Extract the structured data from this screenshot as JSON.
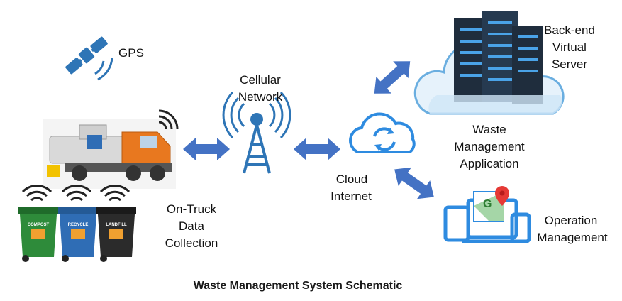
{
  "colors": {
    "arrow_blue": "#4472c4",
    "tower_blue": "#2e75b6",
    "device_blue": "#2e8be0",
    "server_dark": "#1f2d3d",
    "truck_orange": "#e8781f",
    "bin_green": "#2e8b3a",
    "bin_blue": "#2f6db5",
    "bin_black": "#2b2b2b"
  },
  "labels": {
    "gps": "GPS",
    "cellular_line1": "Cellular",
    "cellular_line2": "Network",
    "cloud_line1": "Cloud",
    "cloud_line2": "Internet",
    "backend_line1": "Back-end",
    "backend_line2": "Virtual",
    "backend_line3": "Server",
    "app_line1": "Waste",
    "app_line2": "Management",
    "app_line3": "Application",
    "ontruck_line1": "On-Truck",
    "ontruck_line2": "Data",
    "ontruck_line3": "Collection",
    "ops_line1": "Operation",
    "ops_line2": "Management",
    "title": "Waste Management System Schematic"
  },
  "bins": {
    "compost": "COMPOST",
    "recycle": "RECYCLE",
    "landfill": "LANDFILL"
  },
  "icons": [
    "satellite-icon",
    "truck-icon",
    "wifi-icon",
    "tower-icon",
    "cloud-sync-icon",
    "server-icon",
    "devices-icon",
    "map-pin-icon",
    "arrow-icon"
  ]
}
